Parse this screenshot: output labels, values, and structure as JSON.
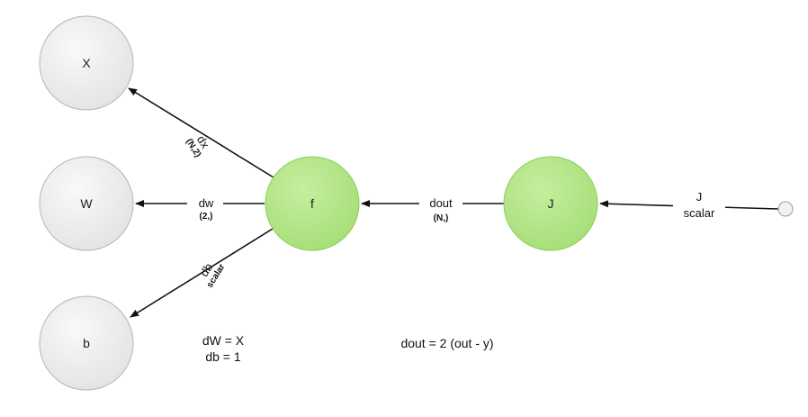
{
  "nodes": {
    "x": "X",
    "w": "W",
    "b": "b",
    "f": "f",
    "j": "J"
  },
  "edges": {
    "dx": {
      "label": "dx",
      "shape": "(N,2)"
    },
    "dw": {
      "label": "dw",
      "shape": "(2,)"
    },
    "db": {
      "label": "db",
      "shape": "scalar"
    },
    "dout": {
      "label": "dout",
      "shape": "(N,)"
    },
    "j_input": {
      "label": "J",
      "shape": "scalar"
    }
  },
  "equations": {
    "dw_eq": "dW = X",
    "db_eq": "db = 1",
    "dout_eq": "dout = 2 (out - y)"
  },
  "colors": {
    "grey_node_fill": "#ececec",
    "grey_node_stroke": "#b5b5b5",
    "green_node_fill": "#b3e58a",
    "green_node_stroke": "#8ccd5a",
    "arrow": "#111111"
  }
}
